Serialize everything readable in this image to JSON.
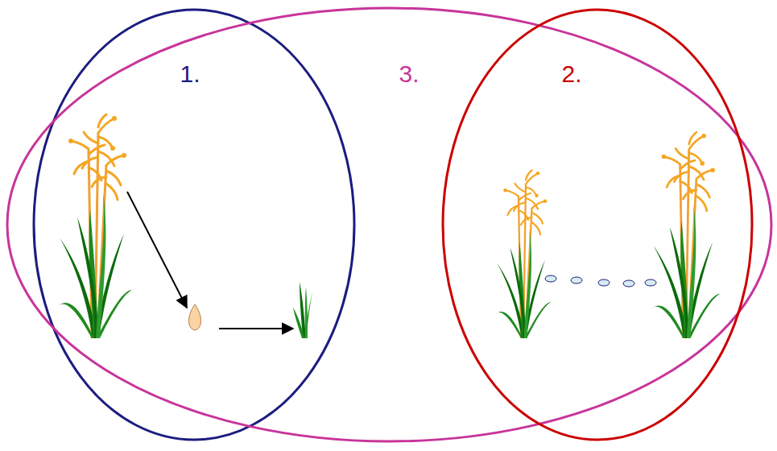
{
  "diagram": {
    "nodes": [
      {
        "text": [
          "1."
        ]
      },
      {
        "text": [
          "3."
        ]
      },
      {
        "text": [
          "2."
        ]
      }
    ]
  }
}
